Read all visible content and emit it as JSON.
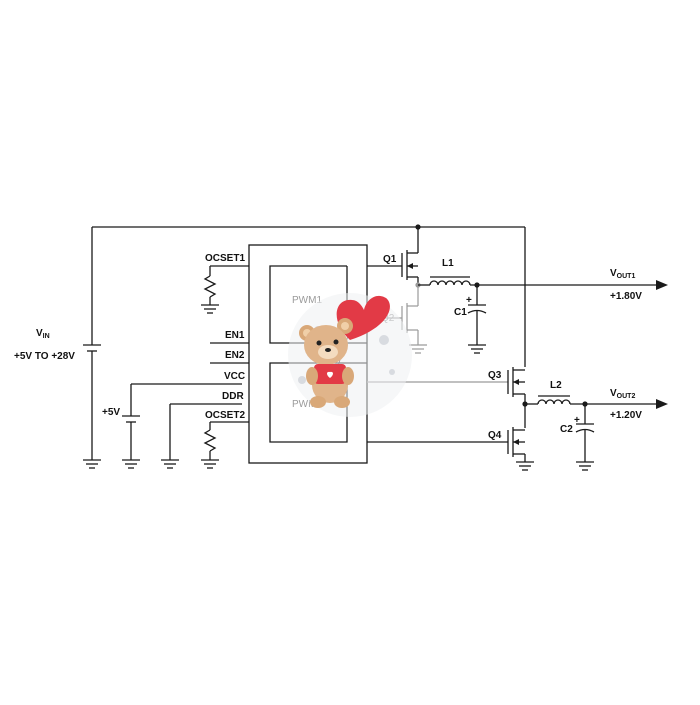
{
  "diagram": {
    "vin": {
      "main": "V",
      "sub": "IN",
      "range": "+5V TO +28V"
    },
    "supply_5v": "+5V",
    "ic_pins_left": [
      "OCSET1",
      "EN1",
      "EN2",
      "VCC",
      "DDR",
      "OCSET2"
    ],
    "blocks": {
      "pwm1": "PWM1",
      "pwm2": "PWM2"
    },
    "transistors": {
      "q1": "Q1",
      "q2": "Q2",
      "q3": "Q3",
      "q4": "Q4"
    },
    "inductors": {
      "l1": "L1",
      "l2": "L2"
    },
    "capacitors": {
      "c1": "C1",
      "c2": "C2",
      "polarity": "+"
    },
    "vout1": {
      "main": "V",
      "sub": "OUT1",
      "value": "+1.80V"
    },
    "vout2": {
      "main": "V",
      "sub": "OUT2",
      "value": "+1.20V"
    }
  },
  "colors": {
    "wire": "#1a1a1a",
    "faded_wire": "#9a9a9a",
    "heart": "#e23a46",
    "bear": "#e0b48a"
  },
  "icons": {
    "overlay": "teddy-bear-with-heart-balloon"
  }
}
